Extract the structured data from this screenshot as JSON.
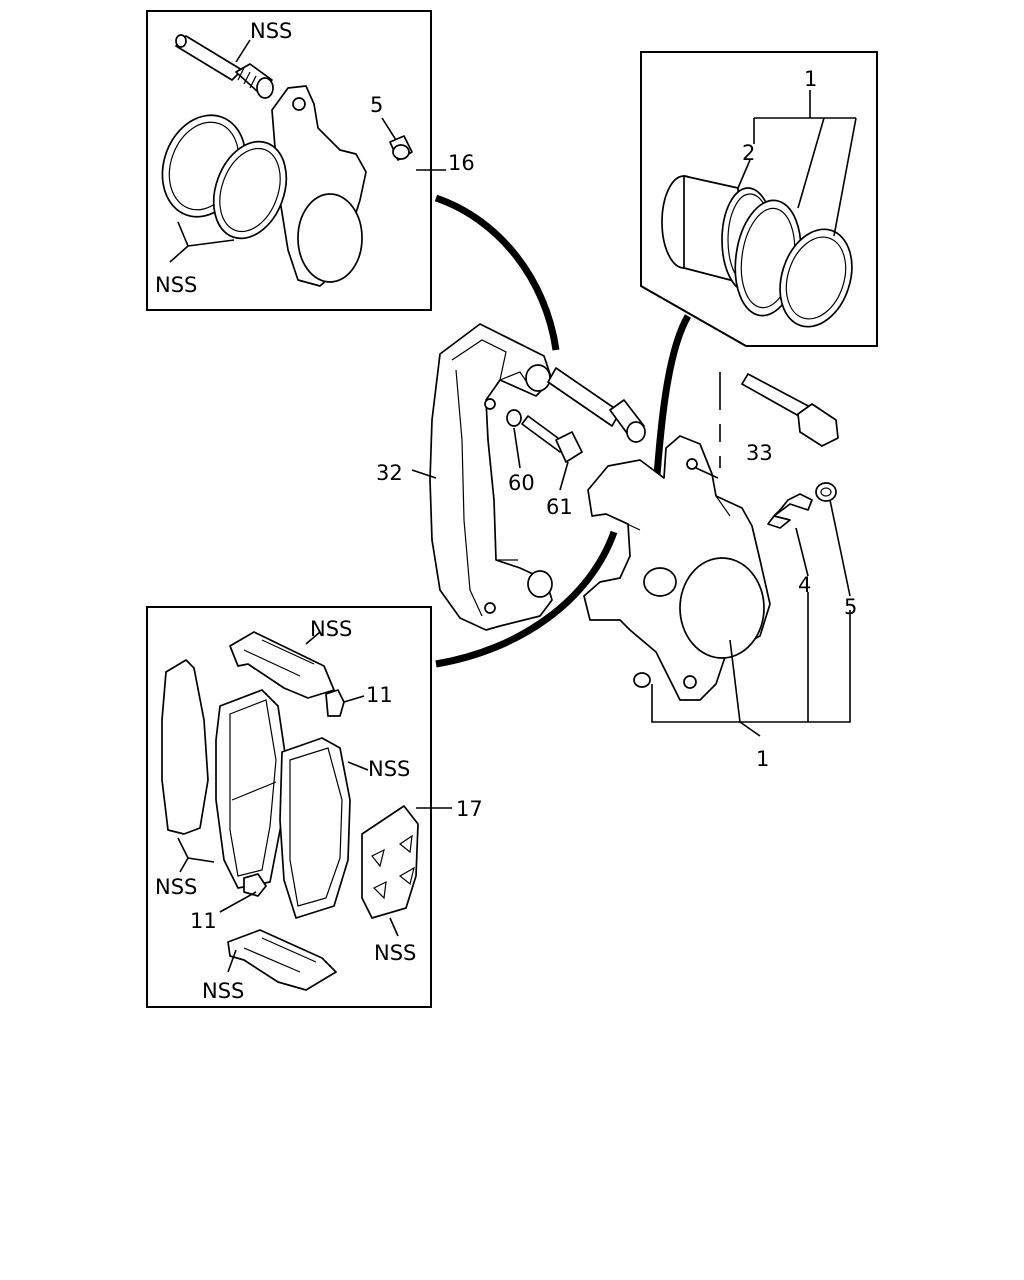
{
  "labels": {
    "nss": "NSS",
    "c1": "1",
    "c2": "2",
    "c4": "4",
    "c5": "5",
    "c11": "11",
    "c16": "16",
    "c17": "17",
    "c32": "32",
    "c33": "33",
    "c60": "60",
    "c61": "61"
  }
}
